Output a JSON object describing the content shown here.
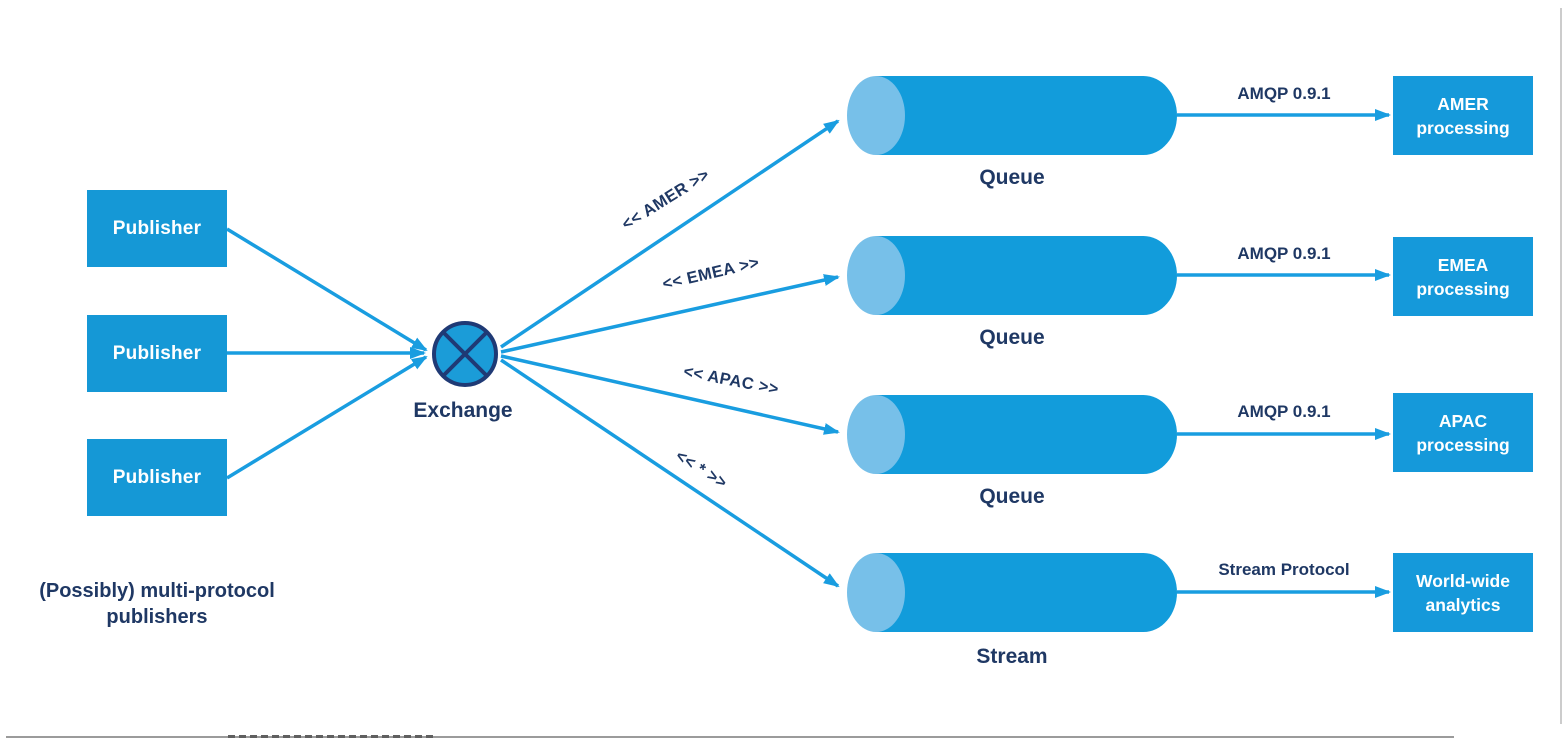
{
  "main": {
    "publishers": [
      {
        "label": "Publisher"
      },
      {
        "label": "Publisher"
      },
      {
        "label": "Publisher"
      }
    ],
    "caption": "(Possibly) multi-protocol\npublishers",
    "exchange": {
      "label": "Exchange"
    },
    "bindings": [
      {
        "key": "<< AMER >>"
      },
      {
        "key": "<< EMEA >>"
      },
      {
        "key": "<< APAC >>"
      },
      {
        "key": "<< * >>"
      }
    ],
    "buffers": [
      {
        "label": "Queue"
      },
      {
        "label": "Queue"
      },
      {
        "label": "Queue"
      },
      {
        "label": "Stream"
      }
    ],
    "connections": [
      {
        "protocol": "AMQP 0.9.1"
      },
      {
        "protocol": "AMQP 0.9.1"
      },
      {
        "protocol": "AMQP 0.9.1"
      },
      {
        "protocol": "Stream Protocol"
      }
    ],
    "consumers": [
      {
        "label": "AMER\nprocessing"
      },
      {
        "label": "EMEA\nprocessing"
      },
      {
        "label": "APAC\nprocessing"
      },
      {
        "label": "World-wide\nanalytics"
      }
    ]
  },
  "colors": {
    "node_blue": "#1598D6",
    "node_blue2": "#1599DA",
    "cyl_body": "#129CDB",
    "cyl_cap": "#77C0E9",
    "arrow_blue": "#199DE0",
    "exchange_fill": "#1B9CD8",
    "navy": "#1F3A75",
    "navy_text": "#1F3864"
  }
}
